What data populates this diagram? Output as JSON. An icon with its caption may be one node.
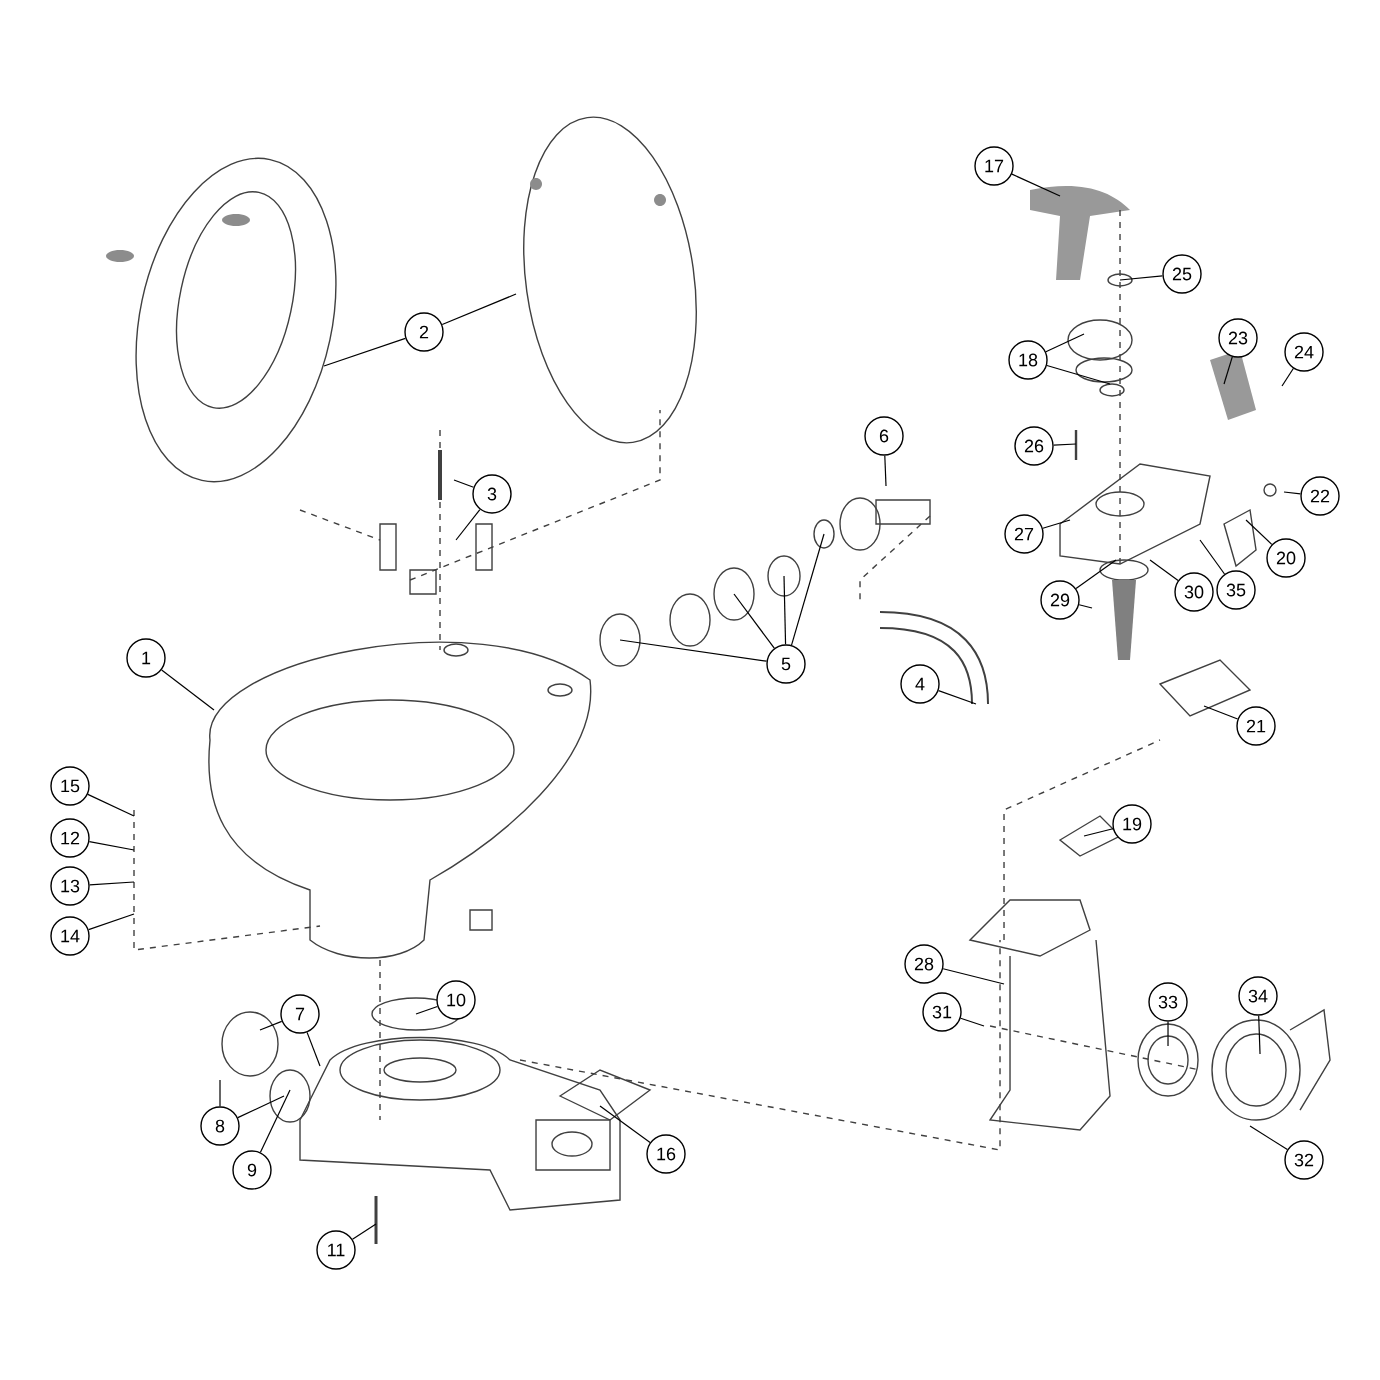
{
  "diagram": {
    "nodes": [
      {
        "text": [
          "1"
        ]
      },
      {
        "text": [
          "2"
        ]
      },
      {
        "text": [
          "3"
        ]
      },
      {
        "text": [
          "4"
        ]
      },
      {
        "text": [
          "5"
        ]
      },
      {
        "text": [
          "6"
        ]
      },
      {
        "text": [
          "7"
        ]
      },
      {
        "text": [
          "8"
        ]
      },
      {
        "text": [
          "9"
        ]
      },
      {
        "text": [
          "10"
        ]
      },
      {
        "text": [
          "11"
        ]
      },
      {
        "text": [
          "12"
        ]
      },
      {
        "text": [
          "13"
        ]
      },
      {
        "text": [
          "14"
        ]
      },
      {
        "text": [
          "15"
        ]
      },
      {
        "text": [
          "16"
        ]
      },
      {
        "text": [
          "17"
        ]
      },
      {
        "text": [
          "18"
        ]
      },
      {
        "text": [
          "19"
        ]
      },
      {
        "text": [
          "20"
        ]
      },
      {
        "text": [
          "21"
        ]
      },
      {
        "text": [
          "22"
        ]
      },
      {
        "text": [
          "23"
        ]
      },
      {
        "text": [
          "24"
        ]
      },
      {
        "text": [
          "25"
        ]
      },
      {
        "text": [
          "26"
        ]
      },
      {
        "text": [
          "27"
        ]
      },
      {
        "text": [
          "28"
        ]
      },
      {
        "text": [
          "29"
        ]
      },
      {
        "text": [
          "30"
        ]
      },
      {
        "text": [
          "31"
        ]
      },
      {
        "text": [
          "32"
        ]
      },
      {
        "text": [
          "33"
        ]
      },
      {
        "text": [
          "34"
        ]
      },
      {
        "text": [
          "35"
        ]
      }
    ],
    "edges": [
      {
        "from": 0,
        "to": null,
        "arrow": "none"
      },
      {
        "from": 1,
        "to": null,
        "arrow": "none"
      },
      {
        "from": 1,
        "to": null,
        "arrow": "none"
      },
      {
        "from": 2,
        "to": null,
        "arrow": "none"
      },
      {
        "from": 2,
        "to": null,
        "arrow": "none"
      },
      {
        "from": 3,
        "to": null,
        "arrow": "none"
      },
      {
        "from": 4,
        "to": null,
        "arrow": "none"
      },
      {
        "from": 4,
        "to": null,
        "arrow": "none"
      },
      {
        "from": 4,
        "to": null,
        "arrow": "none"
      },
      {
        "from": 4,
        "to": null,
        "arrow": "none"
      },
      {
        "from": 5,
        "to": null,
        "arrow": "none"
      },
      {
        "from": 6,
        "to": null,
        "arrow": "none"
      },
      {
        "from": 6,
        "to": null,
        "arrow": "none"
      },
      {
        "from": 7,
        "to": null,
        "arrow": "none"
      },
      {
        "from": 7,
        "to": null,
        "arrow": "none"
      },
      {
        "from": 8,
        "to": null,
        "arrow": "none"
      },
      {
        "from": 9,
        "to": null,
        "arrow": "none"
      },
      {
        "from": 10,
        "to": null,
        "arrow": "none"
      },
      {
        "from": 11,
        "to": null,
        "arrow": "none"
      },
      {
        "from": 12,
        "to": null,
        "arrow": "none"
      },
      {
        "from": 13,
        "to": null,
        "arrow": "none"
      },
      {
        "from": 14,
        "to": null,
        "arrow": "none"
      },
      {
        "from": 15,
        "to": null,
        "arrow": "none"
      },
      {
        "from": 16,
        "to": null,
        "arrow": "none"
      },
      {
        "from": 17,
        "to": null,
        "arrow": "none"
      },
      {
        "from": 17,
        "to": null,
        "arrow": "none"
      },
      {
        "from": 18,
        "to": null,
        "arrow": "none"
      },
      {
        "from": 19,
        "to": null,
        "arrow": "none"
      },
      {
        "from": 20,
        "to": null,
        "arrow": "none"
      },
      {
        "from": 21,
        "to": null,
        "arrow": "none"
      },
      {
        "from": 22,
        "to": null,
        "arrow": "none"
      },
      {
        "from": 23,
        "to": null,
        "arrow": "none"
      },
      {
        "from": 24,
        "to": null,
        "arrow": "none"
      },
      {
        "from": 25,
        "to": null,
        "arrow": "none"
      },
      {
        "from": 26,
        "to": null,
        "arrow": "none"
      },
      {
        "from": 27,
        "to": null,
        "arrow": "none"
      },
      {
        "from": 28,
        "to": null,
        "arrow": "none"
      },
      {
        "from": 28,
        "to": null,
        "arrow": "none"
      },
      {
        "from": 29,
        "to": null,
        "arrow": "none"
      },
      {
        "from": 30,
        "to": null,
        "arrow": "none"
      },
      {
        "from": 31,
        "to": null,
        "arrow": "none"
      },
      {
        "from": 32,
        "to": null,
        "arrow": "none"
      },
      {
        "from": 33,
        "to": null,
        "arrow": "none"
      },
      {
        "from": 34,
        "to": null,
        "arrow": "none"
      }
    ]
  }
}
